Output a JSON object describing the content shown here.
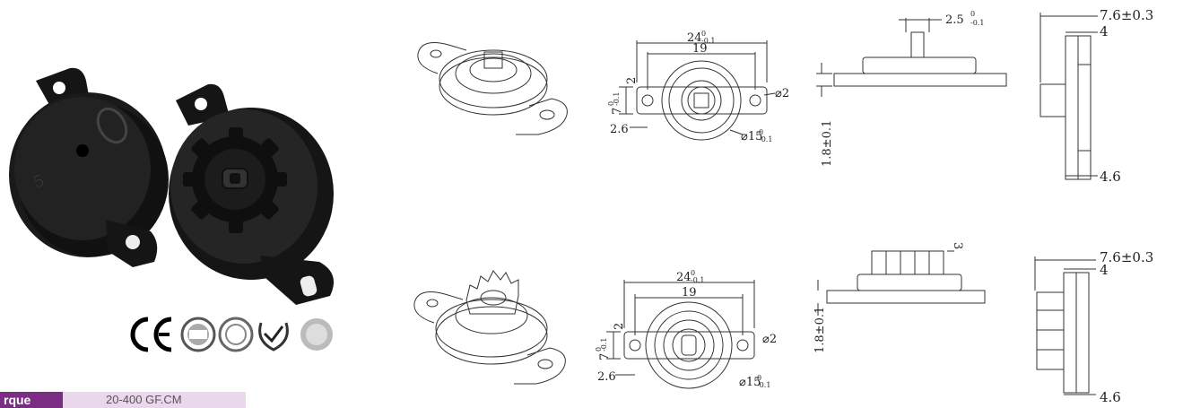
{
  "badge": {
    "label": "rque",
    "value": "20-400 GF.CM"
  },
  "certifications": [
    "CE",
    "ISO 14001",
    "ISO",
    "RoHS",
    "ATF"
  ],
  "dimensions": {
    "overall_width": "24",
    "overall_width_tol_upper": "0",
    "overall_width_tol_lower": "-0.1",
    "inner_width": "19",
    "hole_dia": "⌀2",
    "body_dia": "⌀15",
    "body_dia_tol_upper": "0",
    "body_dia_tol_lower": "-0.1",
    "flange_height": "7",
    "flange_tol_upper": "0",
    "flange_tol_lower": "-0.1",
    "side_offset": "2",
    "edge": "2.6",
    "shaft": "2.5",
    "shaft_tol_upper": "0",
    "shaft_tol_lower": "-0.1",
    "base_thickness": "1.8±0.1",
    "total_height": "7.6±0.3",
    "dim_4": "4",
    "dim_4_6": "4.6",
    "gear_height": "3"
  }
}
